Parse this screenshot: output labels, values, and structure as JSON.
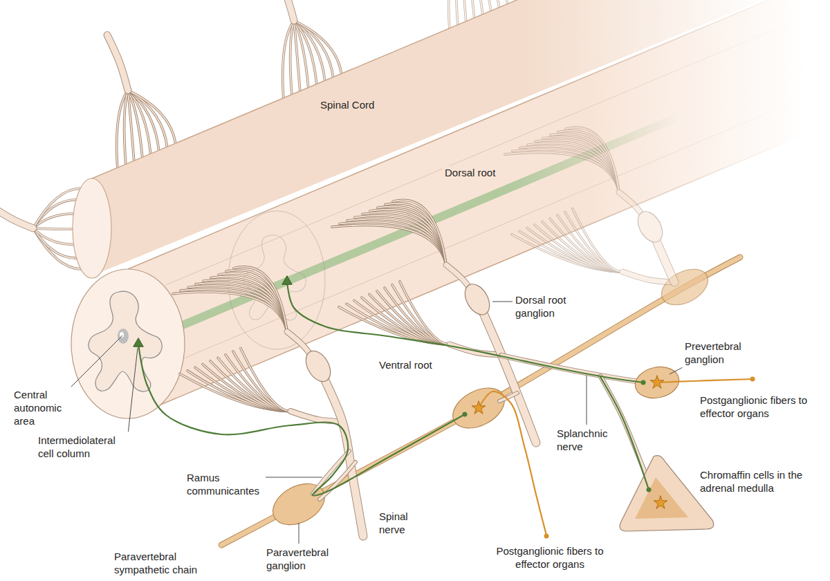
{
  "diagram": {
    "labels": [
      "Spinal Cord",
      "Dorsal root",
      "Dorsal root ganglion",
      "Ventral root",
      "Prevertebral ganglion",
      "Central autonomic area",
      "Intermediolateral cell column",
      "Postganglionic fibers to effector organs",
      "Splanchnic nerve",
      "Ramus communicantes",
      "Chromaffin cells in the adrenal medulla",
      "Spinal nerve",
      "Postganglionic fibers to effector organs",
      "Paravertebral ganglion",
      "Paravertebral sympathetic chain"
    ]
  }
}
